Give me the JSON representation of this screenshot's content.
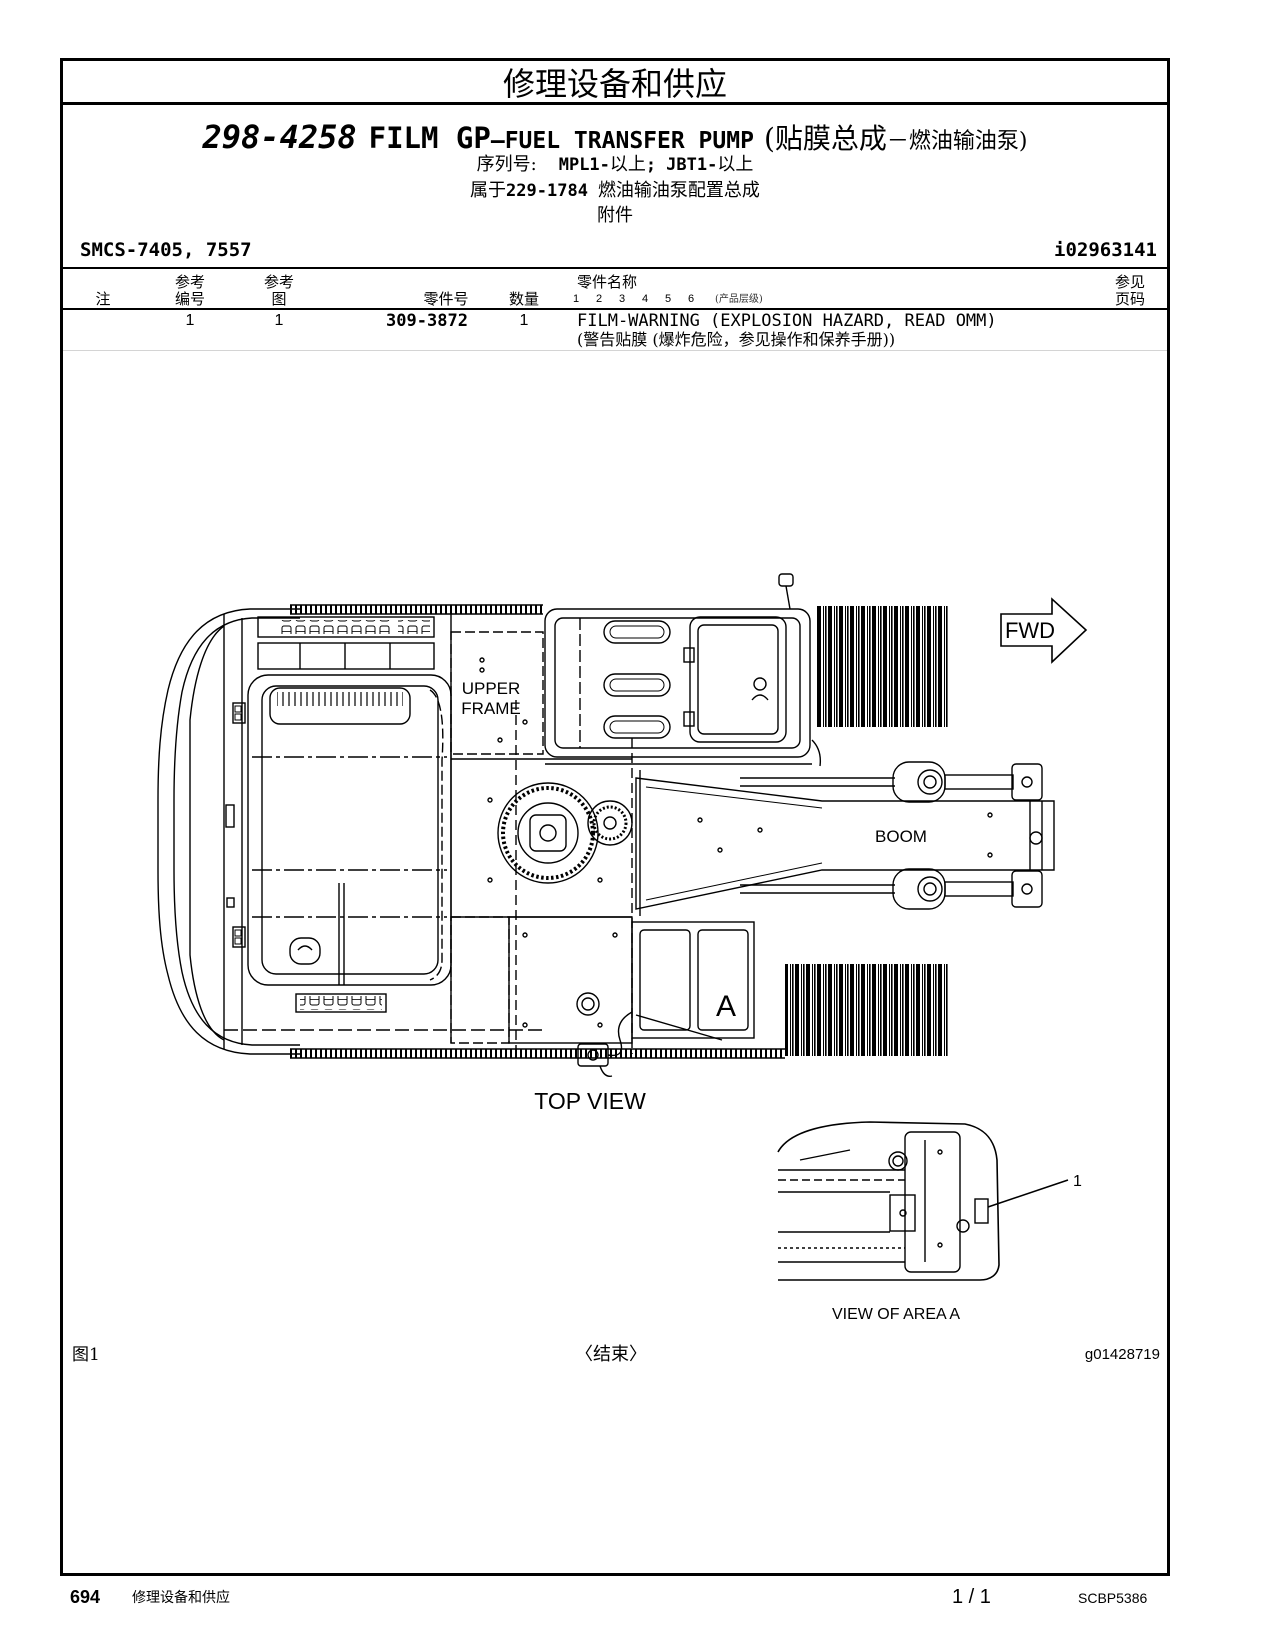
{
  "header": {
    "title": "修理设备和供应"
  },
  "title_block": {
    "part_number": "298-4258",
    "group_name": "FILM GP",
    "group_desc_en": "—FUEL TRANSFER PUMP",
    "group_desc_cn_main": "(贴膜总成",
    "group_desc_cn_rest": "－燃油输油泵)",
    "serial": {
      "label": "序列号:",
      "items": [
        {
          "code": "MPL1-",
          "range": "以上"
        },
        {
          "code": "JBT1-",
          "range": "以上"
        }
      ],
      "separator": ";"
    },
    "belongs_to": {
      "prefix": "属于",
      "part_number": "229-1784",
      "description": "燃油输油泵配置总成"
    },
    "category": "附件"
  },
  "smcs": "SMCS-7405, 7557",
  "illustration_id": "i02963141",
  "table": {
    "headers": {
      "note": "注",
      "ref_no": [
        "参考",
        "编号"
      ],
      "ref_fig": [
        "参考",
        "图"
      ],
      "part_no": "零件号",
      "qty": "数量",
      "part_name": "零件名称",
      "levels": [
        "1",
        "2",
        "3",
        "4",
        "5",
        "6"
      ],
      "levels_note": "(产品层级)",
      "see_page": [
        "参见",
        "页码"
      ]
    },
    "rows": [
      {
        "ref_no": "1",
        "ref_fig": "1",
        "part_no": "309-3872",
        "qty": "1",
        "name_en": "FILM-WARNING (EXPLOSION HAZARD, READ OMM)",
        "name_cn": "(警告贴膜 (爆炸危险，参见操作和保养手册))"
      }
    ]
  },
  "figure": {
    "top_view": {
      "fwd": "FWD",
      "upper_frame": [
        "UPPER",
        "FRAME"
      ],
      "boom": "BOOM",
      "area_marker": "A",
      "caption": "TOP VIEW"
    },
    "detail_view": {
      "callout": "1",
      "caption": "VIEW OF AREA A"
    },
    "figure_label": "图1",
    "end_mark": "〈结束〉",
    "graphic_id": "g01428719"
  },
  "footer": {
    "page_number": "694",
    "section": "修理设备和供应",
    "page_of": "1 / 1",
    "doc_id": "SCBP5386"
  }
}
